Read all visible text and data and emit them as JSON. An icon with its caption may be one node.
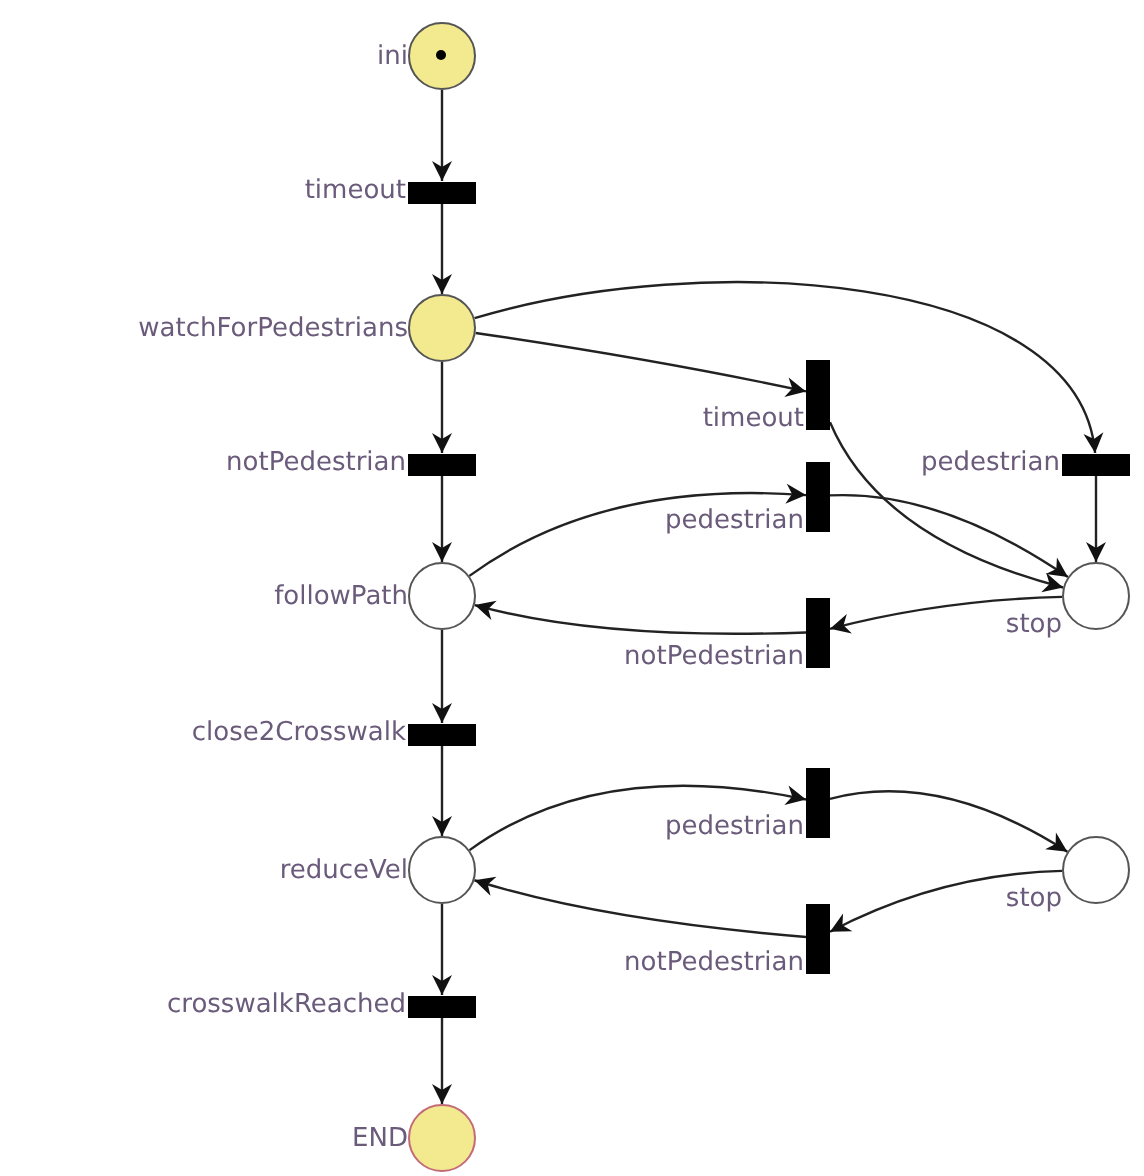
{
  "diagram": {
    "nodes": [
      {
        "text": [
          "ini"
        ]
      },
      {
        "text": [
          "timeout"
        ]
      },
      {
        "text": [
          "watchForPedestrians"
        ]
      },
      {
        "text": [
          "timeout"
        ]
      },
      {
        "text": [
          "pedestrian"
        ]
      },
      {
        "text": [
          "notPedestrian"
        ]
      },
      {
        "text": [
          "pedestrian"
        ]
      },
      {
        "text": [
          "followPath"
        ]
      },
      {
        "text": [
          "stop"
        ]
      },
      {
        "text": [
          "notPedestrian"
        ]
      },
      {
        "text": [
          "close2Crosswalk"
        ]
      },
      {
        "text": [
          "pedestrian"
        ]
      },
      {
        "text": [
          "reduceVel"
        ]
      },
      {
        "text": [
          "stop"
        ]
      },
      {
        "text": [
          "notPedestrian"
        ]
      },
      {
        "text": [
          "crosswalkReached"
        ]
      },
      {
        "text": [
          "END"
        ]
      }
    ],
    "edges": [
      {
        "from": 0,
        "to": 1,
        "arrow": "to"
      },
      {
        "from": 1,
        "to": 2,
        "arrow": "to"
      },
      {
        "from": 2,
        "to": 3,
        "arrow": "to"
      },
      {
        "from": 2,
        "to": 4,
        "arrow": "to"
      },
      {
        "from": 2,
        "to": 5,
        "arrow": "to"
      },
      {
        "from": 5,
        "to": 7,
        "arrow": "to"
      },
      {
        "from": 7,
        "to": 6,
        "arrow": "to"
      },
      {
        "from": 6,
        "to": 8,
        "arrow": "to"
      },
      {
        "from": 3,
        "to": 8,
        "arrow": "to"
      },
      {
        "from": 4,
        "to": 8,
        "arrow": "to"
      },
      {
        "from": 8,
        "to": 9,
        "arrow": "to"
      },
      {
        "from": 9,
        "to": 7,
        "arrow": "to"
      },
      {
        "from": 7,
        "to": 10,
        "arrow": "to"
      },
      {
        "from": 10,
        "to": 12,
        "arrow": "to"
      },
      {
        "from": 12,
        "to": 11,
        "arrow": "to"
      },
      {
        "from": 11,
        "to": 13,
        "arrow": "to"
      },
      {
        "from": 13,
        "to": 14,
        "arrow": "to"
      },
      {
        "from": 14,
        "to": 12,
        "arrow": "to"
      },
      {
        "from": 12,
        "to": 15,
        "arrow": "to"
      },
      {
        "from": 15,
        "to": 16,
        "arrow": "to"
      }
    ]
  }
}
